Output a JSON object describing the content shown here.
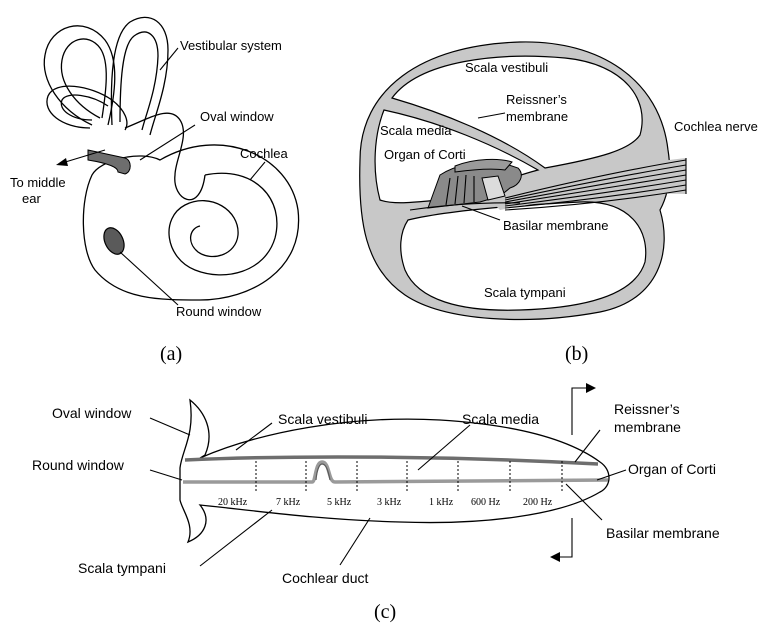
{
  "panel_a": {
    "labels": {
      "vestibular_system": "Vestibular system",
      "oval_window": "Oval window",
      "cochlea": "Cochlea",
      "to_middle_ear_1": "To middle",
      "to_middle_ear_2": "ear",
      "round_window": "Round window"
    },
    "caption": "(a)"
  },
  "panel_b": {
    "labels": {
      "scala_vestibuli": "Scala vestibuli",
      "reissners_1": "Reissner’s",
      "reissners_2": "membrane",
      "scala_media": "Scala media",
      "organ_of_corti": "Organ of Corti",
      "cochlea_nerve": "Cochlea nerve",
      "basilar_membrane": "Basilar membrane",
      "scala_tympani": "Scala tympani"
    },
    "caption": "(b)"
  },
  "panel_c": {
    "labels": {
      "oval_window": "Oval window",
      "round_window": "Round window",
      "scala_vestibuli": "Scala vestibuli",
      "scala_media": "Scala media",
      "reissners_1": "Reissner’s",
      "reissners_2": "membrane",
      "organ_of_corti": "Organ of Corti",
      "basilar_membrane": "Basilar membrane",
      "scala_tympani": "Scala tympani",
      "cochlear_duct": "Cochlear duct"
    },
    "frequencies": [
      "20 kHz",
      "7 kHz",
      "5 kHz",
      "3 kHz",
      "1 kHz",
      "600 Hz",
      "200 Hz"
    ],
    "caption": "(c)"
  },
  "colors": {
    "tissue_gray": "#c8c8c8",
    "dark_gray": "#7a7a7a",
    "membrane_gray": "#9a9a9a",
    "line": "#000000"
  }
}
